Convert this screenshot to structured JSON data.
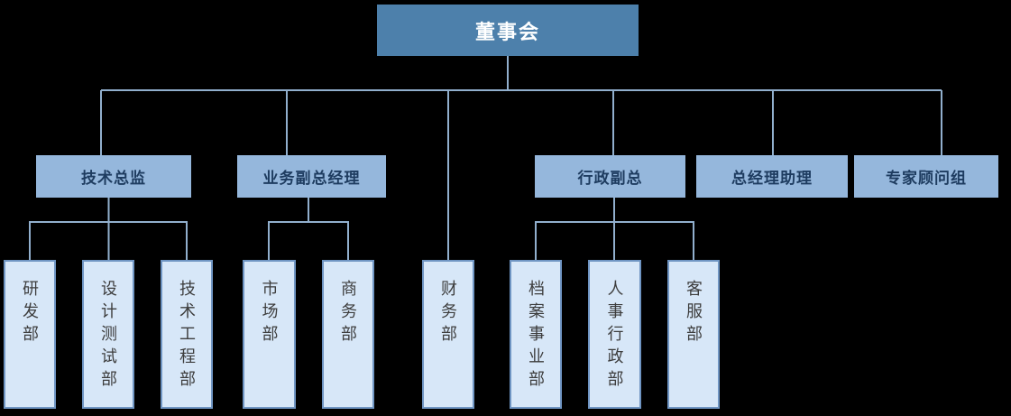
{
  "theme": {
    "background": "#000000",
    "board-fill": "#4d80ab",
    "board-text": "#ffffff",
    "manager-fill": "#95b7dc",
    "manager-text": "#1e3c60",
    "dept-fill": "#d7e7f8",
    "dept-border": "#6f95c3",
    "dept-text": "#3d3d3d",
    "connector": "#91afcd"
  },
  "org": {
    "root": {
      "label": "董事会",
      "children": [
        {
          "label": "技术总监",
          "children": [
            {
              "label": "研发部"
            },
            {
              "label": "设计测试部"
            },
            {
              "label": "技术工程部"
            }
          ]
        },
        {
          "label": "业务副总经理",
          "children": [
            {
              "label": "市场部"
            },
            {
              "label": "商务部"
            }
          ]
        },
        {
          "label": "财务部",
          "children": []
        },
        {
          "label": "行政副总",
          "children": [
            {
              "label": "档案事业部"
            },
            {
              "label": "人事行政部"
            },
            {
              "label": "客服部"
            }
          ]
        },
        {
          "label": "总经理助理",
          "children": []
        },
        {
          "label": "专家顾问组",
          "children": []
        }
      ]
    }
  }
}
